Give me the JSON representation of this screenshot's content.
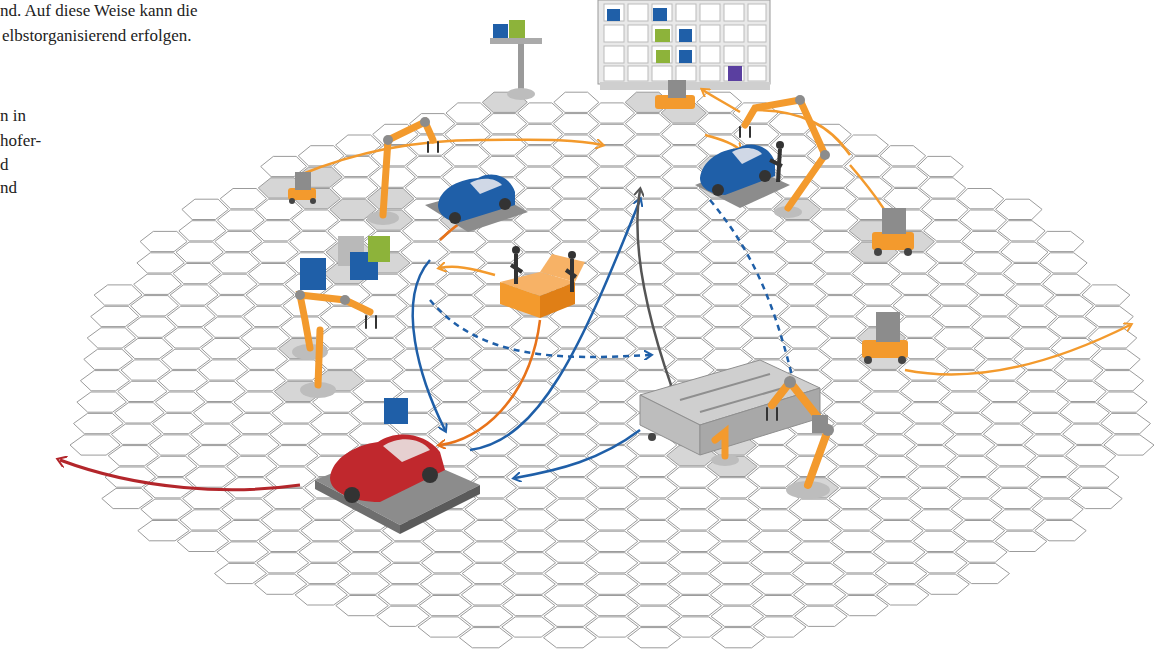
{
  "diagram": {
    "labels": [
      "nd. Auf diese Weise kann die",
      "elbstorganisierend erfolgen.",
      "n in",
      "hofer-",
      "d",
      "nd"
    ]
  }
}
